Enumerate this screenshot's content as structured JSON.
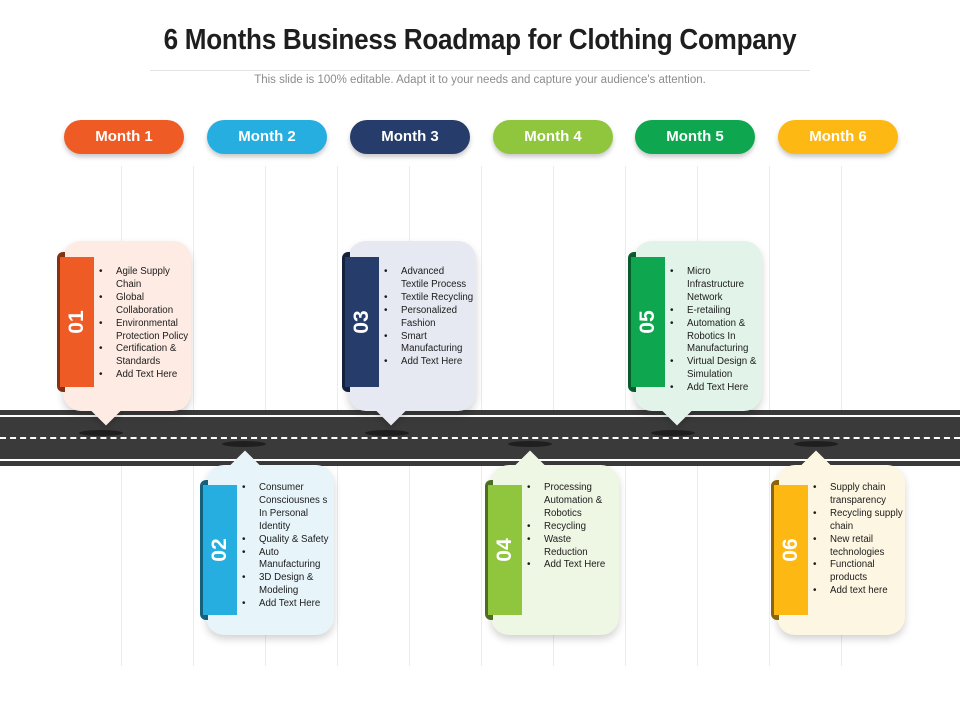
{
  "title": "6 Months Business Roadmap for Clothing Company",
  "subtitle": "This slide is 100% editable. Adapt it to your needs and capture your audience's attention.",
  "months": [
    {
      "label": "Month 1",
      "color": "#ee5b24"
    },
    {
      "label": "Month 2",
      "color": "#27aee0"
    },
    {
      "label": "Month 3",
      "color": "#263d6b"
    },
    {
      "label": "Month 4",
      "color": "#8fc63e"
    },
    {
      "label": "Month 5",
      "color": "#0ea750"
    },
    {
      "label": "Month 6",
      "color": "#fdb813"
    }
  ],
  "cards": [
    {
      "number": "01",
      "color": "#ee5b24",
      "bg": "#fdebe4",
      "items": [
        "Agile Supply Chain",
        "Global Collaboration",
        "Environmental Protection Policy",
        "Certification & Standards",
        "Add Text Here"
      ]
    },
    {
      "number": "02",
      "color": "#27aee0",
      "bg": "#e7f5fb",
      "items": [
        "Consumer Consciousnes s In Personal Identity",
        "Quality & Safety",
        "Auto Manufacturing",
        "3D Design & Modeling",
        "Add Text Here"
      ]
    },
    {
      "number": "03",
      "color": "#263d6b",
      "bg": "#e6e9f2",
      "items": [
        "Advanced Textile Process",
        "Textile Recycling",
        "Personalized Fashion",
        "Smart Manufacturing",
        "Add Text Here"
      ]
    },
    {
      "number": "04",
      "color": "#8fc63e",
      "bg": "#eef6e4",
      "items": [
        "Processing Automation & Robotics",
        "Recycling",
        "Waste Reduction",
        "Add Text Here"
      ]
    },
    {
      "number": "05",
      "color": "#0ea750",
      "bg": "#e2f3e9",
      "items": [
        "Micro Infrastructure Network",
        "E-retailing",
        "Automation & Robotics In Manufacturing",
        "Virtual Design & Simulation",
        "Add Text Here"
      ]
    },
    {
      "number": "06",
      "color": "#fdb813",
      "bg": "#fdf6e2",
      "items": [
        "Supply chain transparency",
        "Recycling supply chain",
        "New retail technologies",
        "Functional products",
        "Add text here"
      ]
    }
  ]
}
